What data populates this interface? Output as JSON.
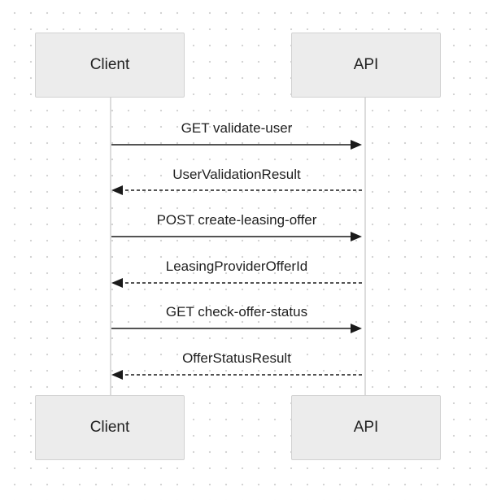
{
  "participants": {
    "client_label": "Client",
    "api_label": "API"
  },
  "messages": [
    {
      "label": "GET validate-user",
      "from": "Client",
      "to": "API",
      "style": "solid"
    },
    {
      "label": "UserValidationResult",
      "from": "API",
      "to": "Client",
      "style": "dashed"
    },
    {
      "label": "POST create-leasing-offer",
      "from": "Client",
      "to": "API",
      "style": "solid"
    },
    {
      "label": "LeasingProviderOfferId",
      "from": "API",
      "to": "Client",
      "style": "dashed"
    },
    {
      "label": "GET check-offer-status",
      "from": "Client",
      "to": "API",
      "style": "solid"
    },
    {
      "label": "OfferStatusResult",
      "from": "API",
      "to": "Client",
      "style": "dashed"
    }
  ],
  "colors": {
    "line": "#1a1a1a",
    "box": "#ececec",
    "lifeline": "#dcdcdc"
  }
}
